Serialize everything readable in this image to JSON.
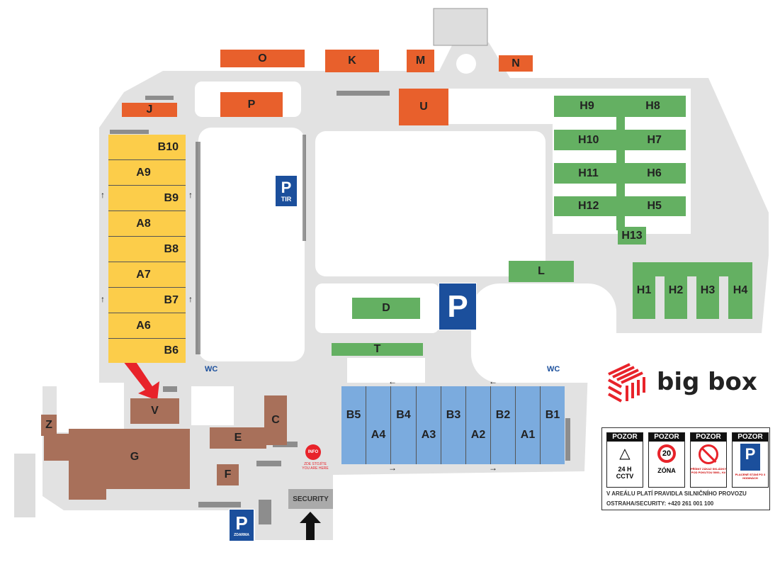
{
  "buildings_orange": [
    "O",
    "K",
    "M",
    "N",
    "J",
    "P",
    "U"
  ],
  "buildings_yellow": [
    "B10",
    "A9",
    "B9",
    "A8",
    "B8",
    "A7",
    "B7",
    "A6",
    "B6"
  ],
  "buildings_green": {
    "H9": "H9",
    "H8": "H8",
    "H10": "H10",
    "H7": "H7",
    "H11": "H11",
    "H6": "H6",
    "H12": "H12",
    "H5": "H5",
    "H13": "H13",
    "L": "L",
    "H1": "H1",
    "H2": "H2",
    "H3": "H3",
    "H4": "H4",
    "D": "D",
    "T": "T"
  },
  "buildings_blue": [
    "B5",
    "A4",
    "B4",
    "A3",
    "B3",
    "A2",
    "B2",
    "A1",
    "B1"
  ],
  "buildings_brown": {
    "V": "V",
    "Z": "Z",
    "G": "G",
    "E": "E",
    "C": "C",
    "F": "F"
  },
  "parking": {
    "main": "P",
    "tir_p": "P",
    "tir": "TIR",
    "free_p": "P",
    "free": "ZDARMA"
  },
  "wc": "WC",
  "security": "SECURITY",
  "info": {
    "badge": "INFO",
    "line1": "ZDE STOJÍTE",
    "line2": "YOU ARE HERE"
  },
  "logo": "big box",
  "legend": {
    "signs": [
      {
        "header": "POZOR",
        "text1": "24 H",
        "text2": "CCTV"
      },
      {
        "header": "POZOR",
        "num": "20",
        "text1": "ZÓNA"
      },
      {
        "header": "POZOR",
        "small": "PŘÍSNÝ ZÁKAZ SKLÁDKY POD POKUTOU 5000,- Kč"
      },
      {
        "header": "POZOR",
        "p": "P",
        "small": "PLACENÉ STÁNÍ PO 3 HODINÁCH"
      }
    ],
    "line1": "V AREÁLU PLATÍ PRAVIDLA SILNIČNÍHO PROVOZU",
    "line2": "OSTRAHA/SECURITY: +420 261 001 100"
  },
  "colors": {
    "orange": "#e8602c",
    "green": "#64b062",
    "yellow": "#fccd4a",
    "blue": "#7babde",
    "brown": "#a8705a",
    "road": "#e2e2e2",
    "parking": "#1b4f9c",
    "accent": "#e8232a"
  }
}
